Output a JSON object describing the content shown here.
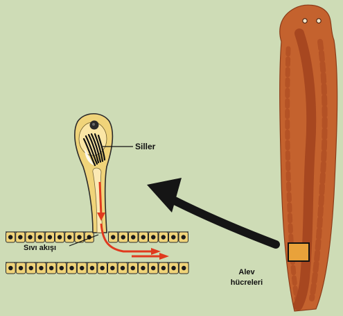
{
  "labels": {
    "cilia": "Siller",
    "fluid_flow": "Sıvı akışı",
    "flame_cells_line1": "Alev",
    "flame_cells_line2": "hücreleri"
  },
  "colors": {
    "background": "#c9d9b0",
    "flatworm_body": "#c4622e",
    "flatworm_pattern": "#9e3f1c",
    "cell_fill": "#f0d47a",
    "cell_outline": "#2a2a2a",
    "flow_arrow": "#e03a1e",
    "big_arrow": "#151515"
  },
  "icons": {
    "pointer": "big-curved-arrow-icon",
    "cilia": "cilia-tuft-icon"
  }
}
